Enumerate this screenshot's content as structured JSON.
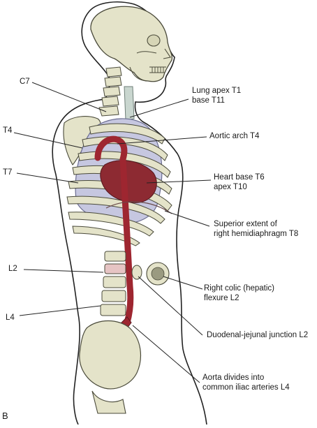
{
  "figure": {
    "panel_letter": "B",
    "left_labels": [
      {
        "id": "c7",
        "text": "C7"
      },
      {
        "id": "t4",
        "text": "T4"
      },
      {
        "id": "t7",
        "text": "T7"
      },
      {
        "id": "l2",
        "text": "L2"
      },
      {
        "id": "l4",
        "text": "L4"
      }
    ],
    "right_labels": [
      {
        "id": "lung",
        "lines": [
          "Lung apex T1",
          "base T11"
        ]
      },
      {
        "id": "aortic-arch",
        "lines": [
          "Aortic arch T4"
        ]
      },
      {
        "id": "heart",
        "lines": [
          "Heart base T6",
          "apex T10"
        ]
      },
      {
        "id": "diaphragm",
        "lines": [
          "Superior extent of",
          "right hemidiaphragm T8"
        ]
      },
      {
        "id": "colic",
        "lines": [
          "Right colic (hepatic)",
          "flexure L2"
        ]
      },
      {
        "id": "duodenal",
        "lines": [
          "Duodenal-jejunal junction L2"
        ]
      },
      {
        "id": "aorta-div",
        "lines": [
          "Aorta divides into",
          "common iliac arteries L4"
        ]
      }
    ],
    "colors": {
      "skin_outline": "#222222",
      "bone": "#e4e3c9",
      "bone_outline": "#4a4a3a",
      "lung": "#c6c7e0",
      "lung_outline": "#6a6c90",
      "vessel": "#9e2630",
      "heart": "#8d2a32",
      "trachea": "#c9d6cf",
      "disc": "#e6c4c4",
      "colon": "#9a9a80"
    }
  }
}
